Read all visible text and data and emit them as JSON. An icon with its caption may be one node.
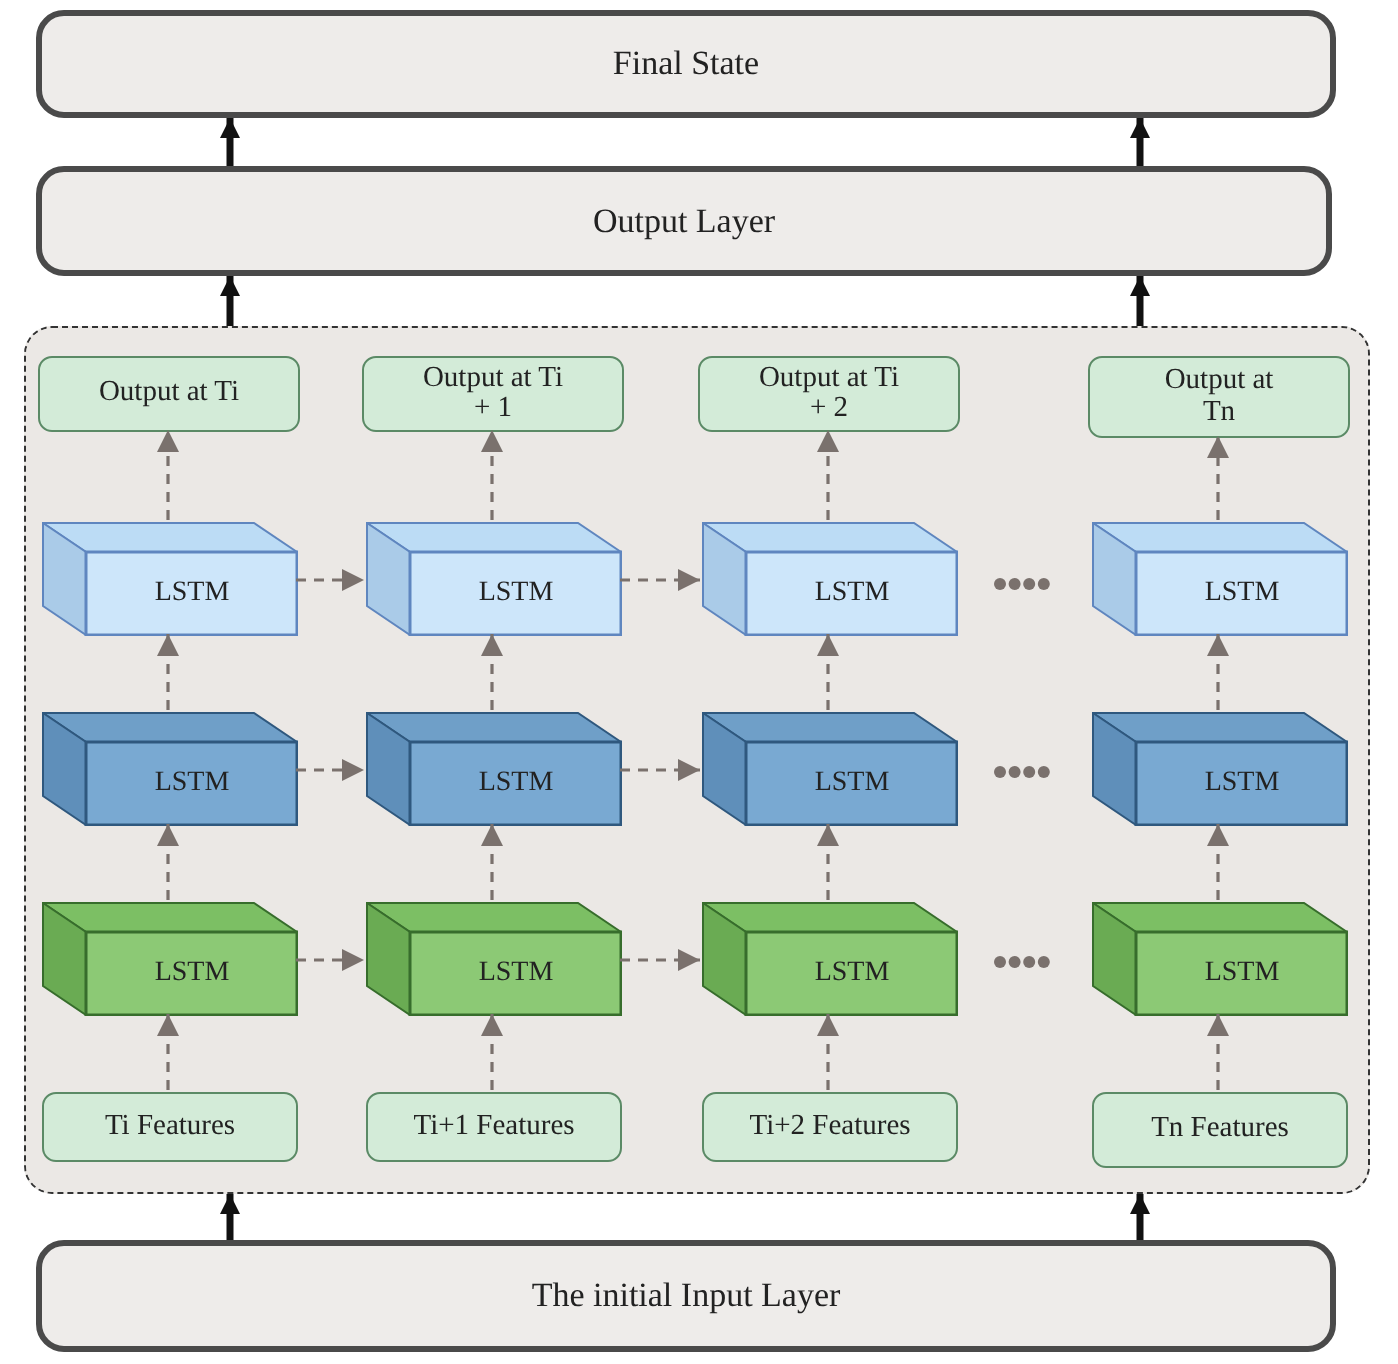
{
  "diagram": {
    "nodes": [
      {
        "text": [
          "Final State"
        ]
      },
      {
        "text": [
          "Output Layer"
        ]
      },
      {
        "text": [],
        "shape": "box"
      },
      {
        "text": [
          "Output at Ti"
        ],
        "in": 2
      },
      {
        "text": [
          "Output at Ti + 1"
        ],
        "in": 2
      },
      {
        "text": [
          "Output at Ti + 2"
        ],
        "in": 2
      },
      {
        "text": [
          "Output at Tn"
        ],
        "in": 2
      },
      {
        "text": [
          "LSTM"
        ],
        "in": 2
      },
      {
        "text": [
          "LSTM"
        ],
        "in": 2
      },
      {
        "text": [
          "LSTM"
        ],
        "in": 2
      },
      {
        "text": [
          "LSTM"
        ],
        "in": 2
      },
      {
        "text": [
          "LSTM"
        ],
        "in": 2
      },
      {
        "text": [
          "LSTM"
        ],
        "in": 2
      },
      {
        "text": [
          "LSTM"
        ],
        "in": 2
      },
      {
        "text": [
          "LSTM"
        ],
        "in": 2
      },
      {
        "text": [
          "LSTM"
        ],
        "in": 2
      },
      {
        "text": [
          "LSTM"
        ],
        "in": 2
      },
      {
        "text": [
          "LSTM"
        ],
        "in": 2
      },
      {
        "text": [
          "LSTM"
        ],
        "in": 2
      },
      {
        "text": [
          "Ti Features"
        ],
        "in": 2
      },
      {
        "text": [
          "Ti+1 Features"
        ],
        "in": 2
      },
      {
        "text": [
          "Ti+2 Features"
        ],
        "in": 2
      },
      {
        "text": [
          "Tn Features"
        ],
        "in": 2
      },
      {
        "text": [
          "The initial Input Layer"
        ]
      }
    ],
    "edges": [
      {
        "from": 23,
        "to": 2,
        "arrow": "to",
        "style": "thick",
        "color": "#111111"
      },
      {
        "from": 23,
        "to": 2,
        "arrow": "to",
        "style": "thick",
        "color": "#111111"
      },
      {
        "from": 2,
        "to": 1,
        "arrow": "to",
        "style": "thick",
        "color": "#111111"
      },
      {
        "from": 2,
        "to": 1,
        "arrow": "to",
        "style": "thick",
        "color": "#111111"
      },
      {
        "from": 1,
        "to": 0,
        "arrow": "to",
        "style": "thick",
        "color": "#111111"
      },
      {
        "from": 1,
        "to": 0,
        "arrow": "to",
        "style": "thick",
        "color": "#111111"
      },
      {
        "from": 19,
        "to": 15,
        "arrow": "to",
        "style": "dashed"
      },
      {
        "from": 20,
        "to": 16,
        "arrow": "to",
        "style": "dashed"
      },
      {
        "from": 21,
        "to": 17,
        "arrow": "to",
        "style": "dashed"
      },
      {
        "from": 22,
        "to": 18,
        "arrow": "to",
        "style": "dashed"
      },
      {
        "from": 15,
        "to": 11,
        "arrow": "to",
        "style": "dashed"
      },
      {
        "from": 16,
        "to": 12,
        "arrow": "to",
        "style": "dashed"
      },
      {
        "from": 17,
        "to": 13,
        "arrow": "to",
        "style": "dashed"
      },
      {
        "from": 18,
        "to": 14,
        "arrow": "to",
        "style": "dashed"
      },
      {
        "from": 11,
        "to": 7,
        "arrow": "to",
        "style": "dashed"
      },
      {
        "from": 12,
        "to": 8,
        "arrow": "to",
        "style": "dashed"
      },
      {
        "from": 13,
        "to": 9,
        "arrow": "to",
        "style": "dashed"
      },
      {
        "from": 14,
        "to": 10,
        "arrow": "to",
        "style": "dashed"
      },
      {
        "from": 7,
        "to": 3,
        "arrow": "to",
        "style": "dashed"
      },
      {
        "from": 8,
        "to": 4,
        "arrow": "to",
        "style": "dashed"
      },
      {
        "from": 9,
        "to": 5,
        "arrow": "to",
        "style": "dashed"
      },
      {
        "from": 10,
        "to": 6,
        "arrow": "to",
        "style": "dashed"
      },
      {
        "from": 7,
        "to": 8,
        "arrow": "to",
        "style": "dashed"
      },
      {
        "from": 8,
        "to": 9,
        "arrow": "to",
        "style": "dashed"
      },
      {
        "from": 11,
        "to": 12,
        "arrow": "to",
        "style": "dashed"
      },
      {
        "from": 12,
        "to": 13,
        "arrow": "to",
        "style": "dashed"
      },
      {
        "from": 15,
        "to": 16,
        "arrow": "to",
        "style": "dashed"
      },
      {
        "from": 16,
        "to": 17,
        "arrow": "to",
        "style": "dashed"
      }
    ]
  }
}
